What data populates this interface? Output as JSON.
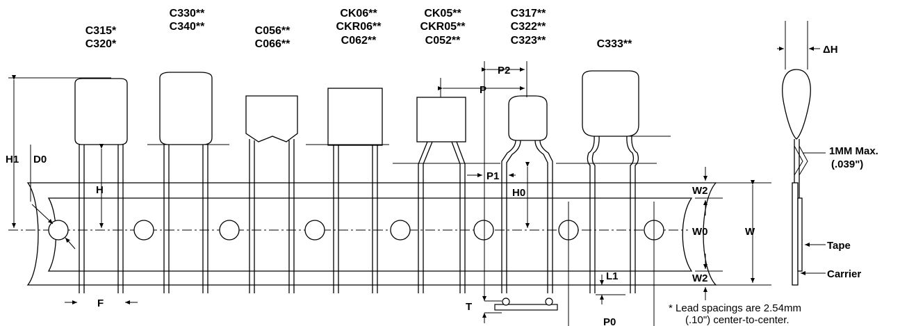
{
  "parts": [
    {
      "lines": [
        "C315*",
        "C320*"
      ]
    },
    {
      "lines": [
        "C330**",
        "C340**"
      ]
    },
    {
      "lines": [
        "C056**",
        "C066**"
      ]
    },
    {
      "lines": [
        "CK06**",
        "CKR06**",
        "C062**"
      ]
    },
    {
      "lines": [
        "CK05**",
        "CKR05**",
        "C052**"
      ]
    },
    {
      "lines": [
        "C317**",
        "C322**",
        "C323**"
      ]
    },
    {
      "lines": [
        "C333**"
      ]
    }
  ],
  "dims": {
    "H1": "H1",
    "D0": "D0",
    "H": "H",
    "F": "F",
    "P": "P",
    "P1": "P1",
    "P2": "P2",
    "H0": "H0",
    "T": "T",
    "L1": "L1",
    "P0": "P0",
    "W": "W",
    "W0": "W0",
    "W2_top": "W2",
    "W2_bottom": "W2",
    "delta_H": "ΔH"
  },
  "side_view": {
    "lead_max": "1MM Max.",
    "lead_max_in": "(.039\")",
    "tape": "Tape",
    "carrier": "Carrier"
  },
  "footnote": {
    "line1": "* Lead spacings are 2.54mm",
    "line2": "(.10\") center-to-center."
  }
}
